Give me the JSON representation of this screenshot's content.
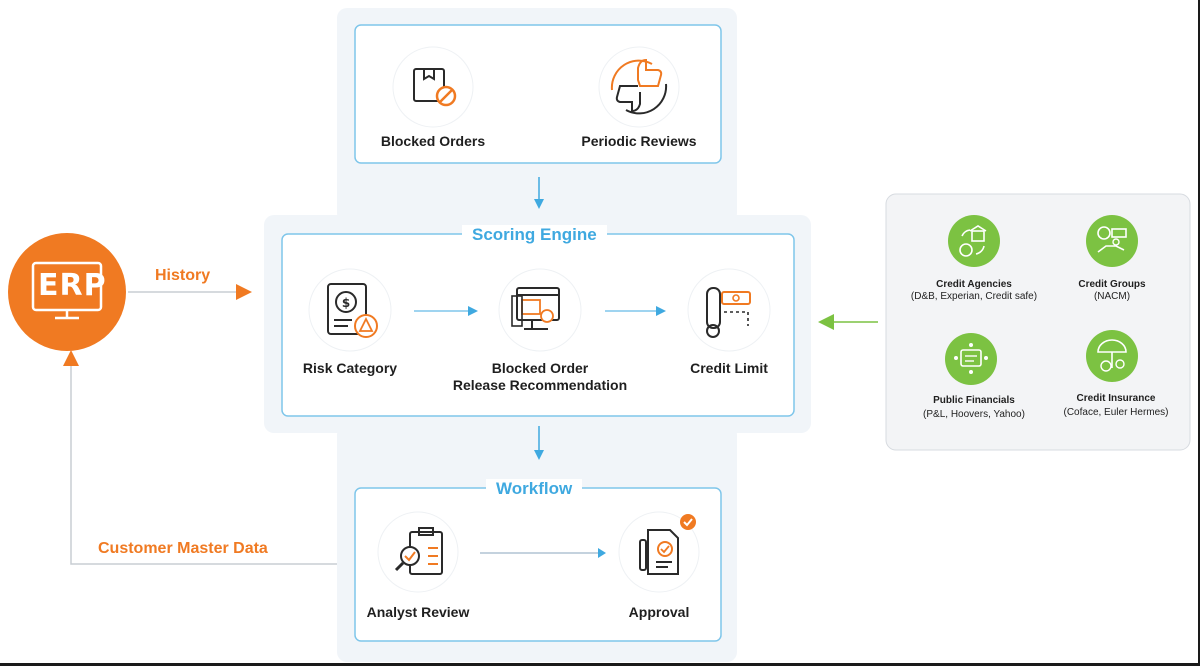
{
  "erp": {
    "label": "ERP",
    "history_label": "History",
    "master_data_label": "Customer Master Data"
  },
  "inputs": {
    "blocked_orders": "Blocked Orders",
    "periodic_reviews": "Periodic Reviews"
  },
  "scoring_engine": {
    "title": "Scoring Engine",
    "risk_category": "Risk Category",
    "release_line1": "Blocked Order",
    "release_line2": "Release Recommendation",
    "credit_limit": "Credit Limit"
  },
  "workflow": {
    "title": "Workflow",
    "analyst_review": "Analyst Review",
    "approval": "Approval"
  },
  "sources": {
    "credit_agencies": "Credit Agencies",
    "credit_agencies_sub": "(D&B, Experian, Credit safe)",
    "credit_groups": "Credit Groups",
    "credit_groups_sub": "(NACM)",
    "public_financials": "Public Financials",
    "public_financials_sub": "(P&L, Hoovers, Yahoo)",
    "credit_insurance": "Credit Insurance",
    "credit_insurance_sub": "(Coface, Euler Hermes)"
  },
  "colors": {
    "accent_orange": "#f07a22",
    "accent_blue": "#3fa9e0",
    "accent_green": "#7cc242",
    "panel_bg": "#f1f5f9",
    "icon_circle_bg": "#ffffff"
  }
}
